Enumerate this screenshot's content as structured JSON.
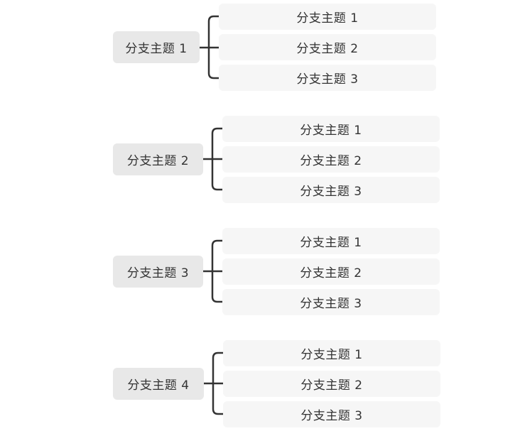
{
  "colors": {
    "main_bg": "#e8e8e8",
    "child_bg": "#f6f6f6",
    "connector": "#333333",
    "text": "#333333"
  },
  "groups": [
    {
      "label": "分支主题 1",
      "children": [
        {
          "label": "分支主题 1"
        },
        {
          "label": "分支主题 2"
        },
        {
          "label": "分支主题 3"
        }
      ]
    },
    {
      "label": "分支主题 2",
      "children": [
        {
          "label": "分支主题 1"
        },
        {
          "label": "分支主题 2"
        },
        {
          "label": "分支主题 3"
        }
      ]
    },
    {
      "label": "分支主题 3",
      "children": [
        {
          "label": "分支主题 1"
        },
        {
          "label": "分支主题 2"
        },
        {
          "label": "分支主题 3"
        }
      ]
    },
    {
      "label": "分支主题 4",
      "children": [
        {
          "label": "分支主题 1"
        },
        {
          "label": "分支主题 2"
        },
        {
          "label": "分支主题 3"
        }
      ]
    }
  ]
}
